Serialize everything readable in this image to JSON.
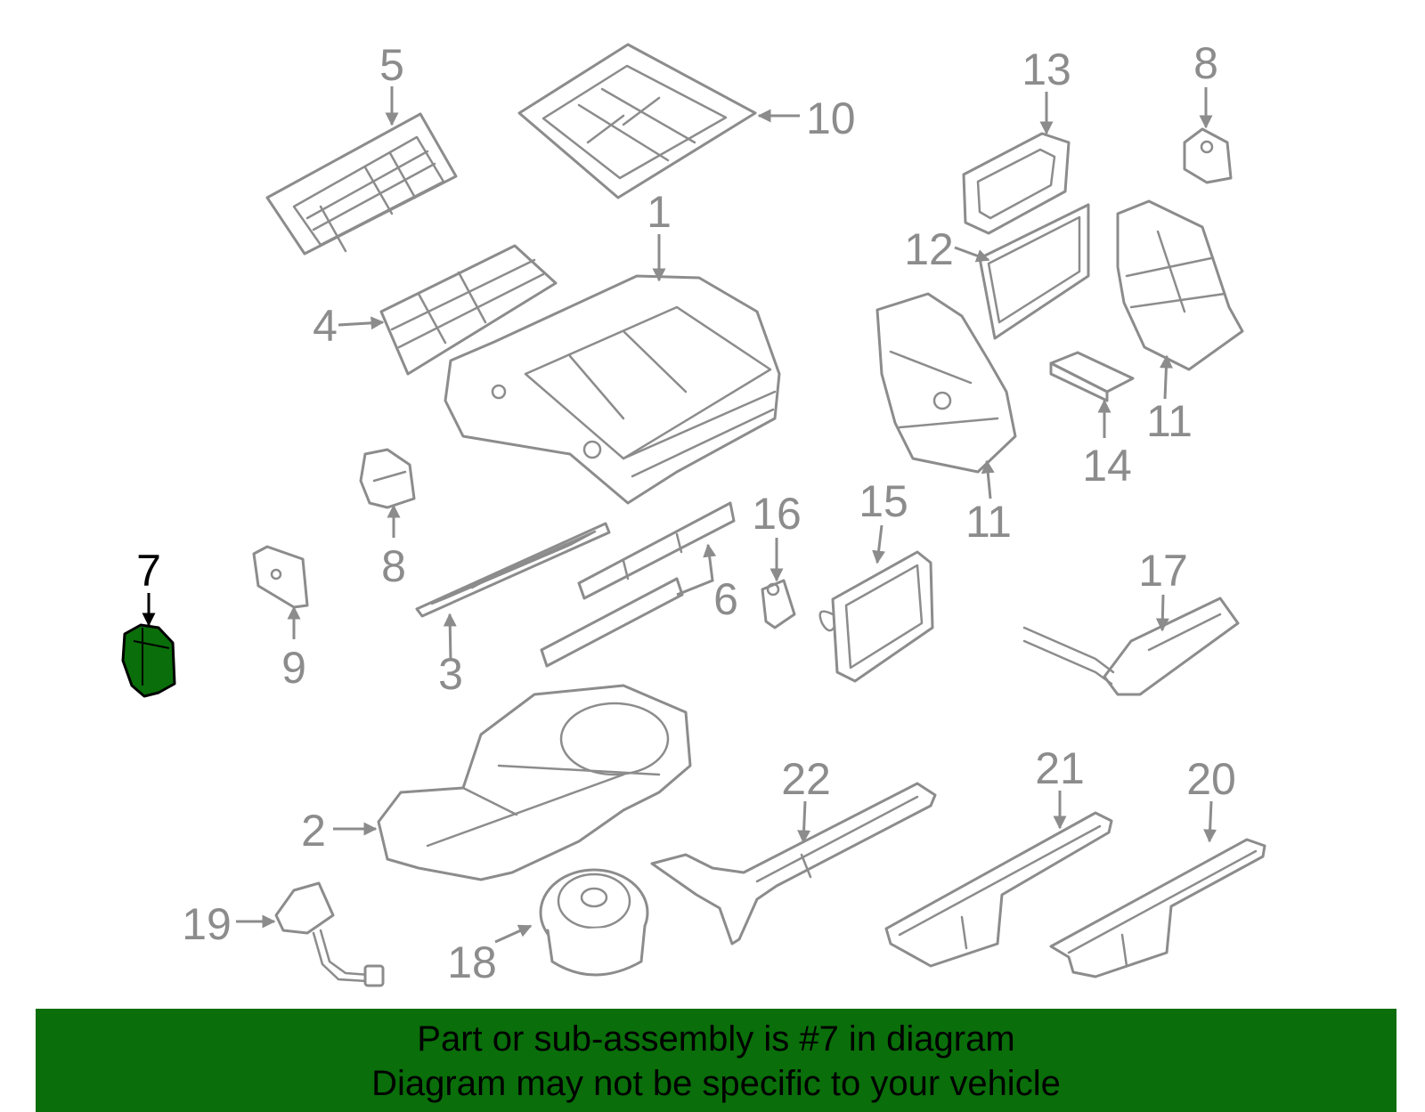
{
  "colors": {
    "line": "#8c8c8c",
    "highlight_fill": "#0a6e0a",
    "highlight_stroke": "#000000",
    "banner": "#0a6e0a"
  },
  "highlighted_callout": "7",
  "callouts": {
    "c1": "1",
    "c2": "2",
    "c3": "3",
    "c4": "4",
    "c5": "5",
    "c6": "6",
    "c7": "7",
    "c8a": "8",
    "c8b": "8",
    "c9": "9",
    "c10": "10",
    "c11a": "11",
    "c11b": "11",
    "c12": "12",
    "c13": "13",
    "c14": "14",
    "c15": "15",
    "c16": "16",
    "c17": "17",
    "c18": "18",
    "c19": "19",
    "c20": "20",
    "c21": "21",
    "c22": "22"
  },
  "banner": {
    "line1": "Part or sub-assembly is #7 in diagram",
    "line2": "Diagram may not be specific to your vehicle"
  }
}
